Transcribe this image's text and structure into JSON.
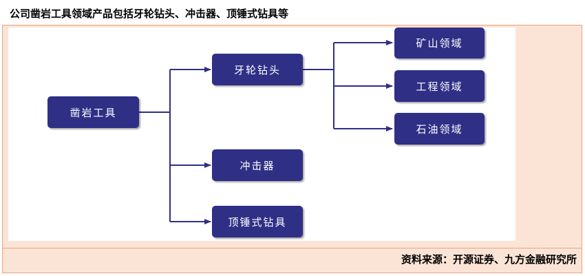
{
  "title": "公司凿岩工具领域产品包括牙轮钻头、冲击器、顶锤式钻具等",
  "source": "资料来源：开源证券、九方金融研究所",
  "diagram": {
    "root": "凿岩工具",
    "products": [
      "牙轮钻头",
      "冲击器",
      "顶锤式钻具"
    ],
    "applications": [
      "矿山领域",
      "工程领域",
      "石油领域"
    ]
  },
  "colors": {
    "node_fill": "#2e2f85",
    "edge": "#2e2f85",
    "border": "#e8a37c",
    "panel": "#fbe4d5"
  }
}
